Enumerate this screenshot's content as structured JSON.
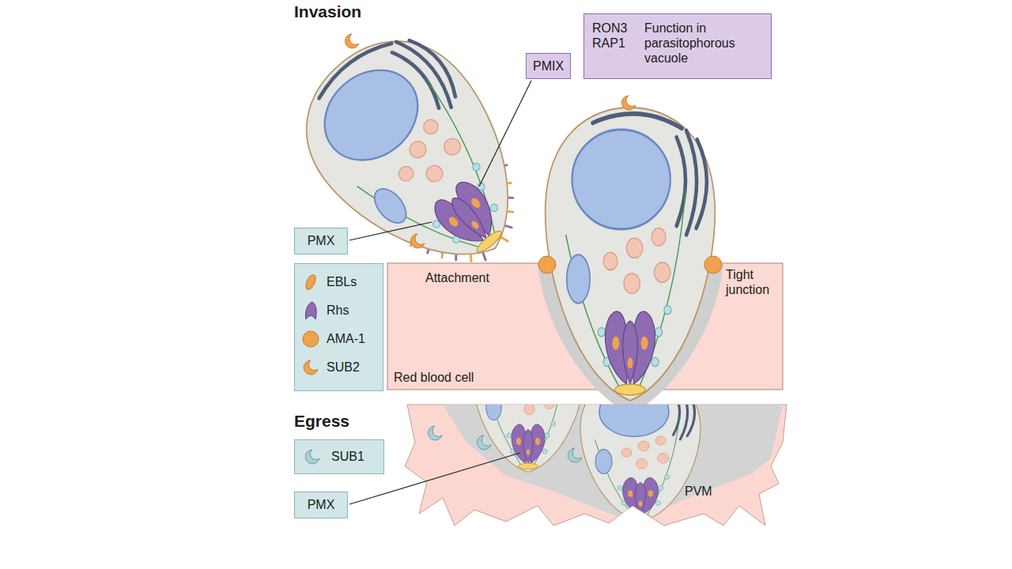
{
  "diagram": {
    "nodes": [
      {
        "text": [
          "PMIX"
        ]
      },
      {
        "text": [
          "RON3 RAP1",
          "Function in parasitophorous vacuole"
        ]
      },
      {
        "text": [
          "PMX"
        ]
      },
      {
        "text": [
          "Red blood cell"
        ]
      },
      {
        "text": [
          "SUB1"
        ]
      },
      {
        "text": [
          "PMX"
        ]
      }
    ],
    "labels": [
      "Invasion",
      "Attachment",
      "Tight junction",
      "Egress",
      "PVM"
    ],
    "legend": [
      {
        "text": "EBLs"
      },
      {
        "text": "Rhs"
      },
      {
        "text": "AMA-1"
      },
      {
        "text": "SUB2"
      }
    ]
  }
}
